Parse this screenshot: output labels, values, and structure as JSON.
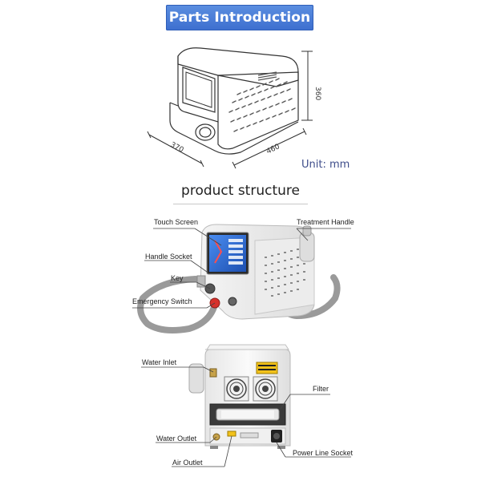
{
  "header": {
    "banner_title": "Parts Introduction"
  },
  "dimensions": {
    "height": "360",
    "width": "370",
    "depth": "460",
    "unit": "Unit: mm"
  },
  "structure": {
    "title": "product structure",
    "front_labels": {
      "touch_screen": "Touch Screen",
      "treatment_handle": "Treatment Handle",
      "handle_socket": "Handle Socket",
      "key": "Key",
      "emergency_switch": "Emergency Switch"
    },
    "back_labels": {
      "water_inlet": "Water Inlet",
      "filter": "Filter",
      "water_outlet": "Water Outlet",
      "air_outlet": "Air Outlet",
      "power_line_socket": "Power Line Socket"
    }
  },
  "colors": {
    "banner": "#3d6fcf",
    "unit_text": "#3e4d8a",
    "emergency_red": "#d6322c",
    "screen_blue": "#2f6fd6",
    "warning_yellow": "#f2c21b"
  }
}
